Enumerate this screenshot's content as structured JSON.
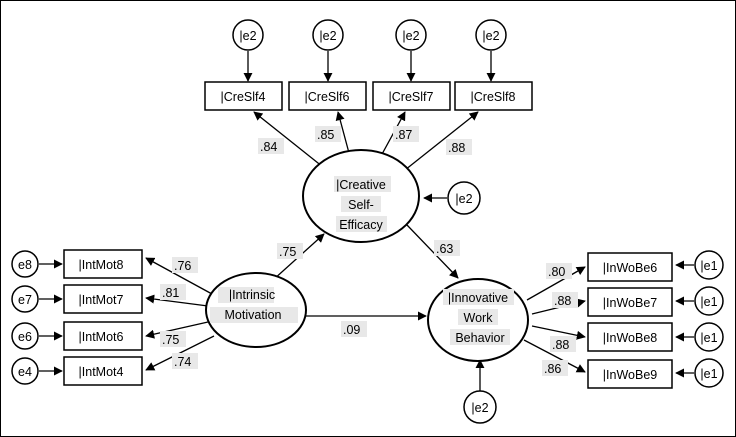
{
  "latent": {
    "cse": [
      "|Creative",
      "Self-",
      "Efficacy"
    ],
    "im": [
      "|Intrinsic",
      "Motivation"
    ],
    "iwb": [
      "|Innovative",
      "Work",
      "Behavior"
    ]
  },
  "indicators": {
    "cse": [
      "|CreSlf4",
      "|CreSlf6",
      "|CreSlf7",
      "|CreSlf8"
    ],
    "im": [
      "|IntMot8",
      "|IntMot7",
      "|IntMot6",
      "|IntMot4"
    ],
    "iwb": [
      "|InWoBe6",
      "|InWoBe7",
      "|InWoBe8",
      "|InWoBe9"
    ]
  },
  "errors": {
    "cse_items": [
      "|e2",
      "|e2",
      "|e2",
      "|e2"
    ],
    "im_items": [
      "e8",
      "e7",
      "e6",
      "e4"
    ],
    "iwb_items": [
      "|e1",
      "|e1",
      "|e1",
      "|e1"
    ],
    "cse_latent": "|e2",
    "iwb_latent": "|e2"
  },
  "loadings": {
    "cse": [
      ".84",
      ".85",
      ".87",
      ".88"
    ],
    "im": [
      ".76",
      ".81",
      ".75",
      ".74"
    ],
    "iwb": [
      ".80",
      ".88",
      ".88",
      ".86"
    ]
  },
  "paths": {
    "im_cse": ".75",
    "cse_iwb": ".63",
    "im_iwb": ".09"
  }
}
